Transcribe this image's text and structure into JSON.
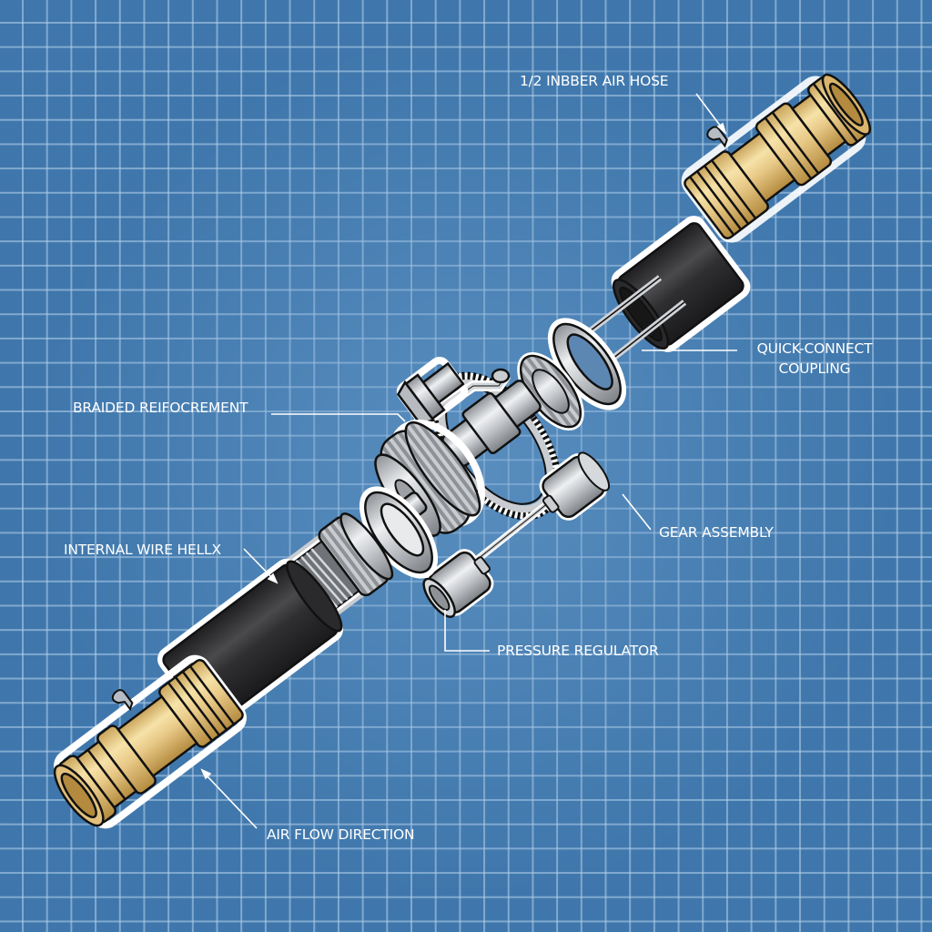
{
  "diagram": {
    "style": "blueprint exploded view",
    "background_color": "#3f77ac",
    "grid_color": "#b9d2eb",
    "brass_color": "#e8c987",
    "rubber_color": "#2e2e30",
    "steel_color": "#c9ccd0",
    "labels": {
      "hose": "1/2 INBBER AIR HOSE",
      "coupling_line1": "QUICK-CONNECT",
      "coupling_line2": "COUPLING",
      "braided": "BRAIDED REIFOCREMENT",
      "helix": "INTERNAL WIRE HELLX",
      "gear": "GEAR ASSEMBLY",
      "regulator": "PRESSURE REGULATOR",
      "airflow": "AIR FLOW DIRECTION"
    },
    "components": [
      {
        "name": "brass-fitting-top",
        "type": "brass fitting"
      },
      {
        "name": "rubber-sleeve-top",
        "type": "rubber sleeve"
      },
      {
        "name": "coupling-ring",
        "type": "steel ring"
      },
      {
        "name": "gear-assembly",
        "type": "gears"
      },
      {
        "name": "pressure-regulator",
        "type": "piston pair"
      },
      {
        "name": "helix-spring",
        "type": "wire helix"
      },
      {
        "name": "rubber-sleeve-bottom",
        "type": "rubber sleeve"
      },
      {
        "name": "brass-fitting-bottom",
        "type": "brass fitting"
      }
    ]
  }
}
